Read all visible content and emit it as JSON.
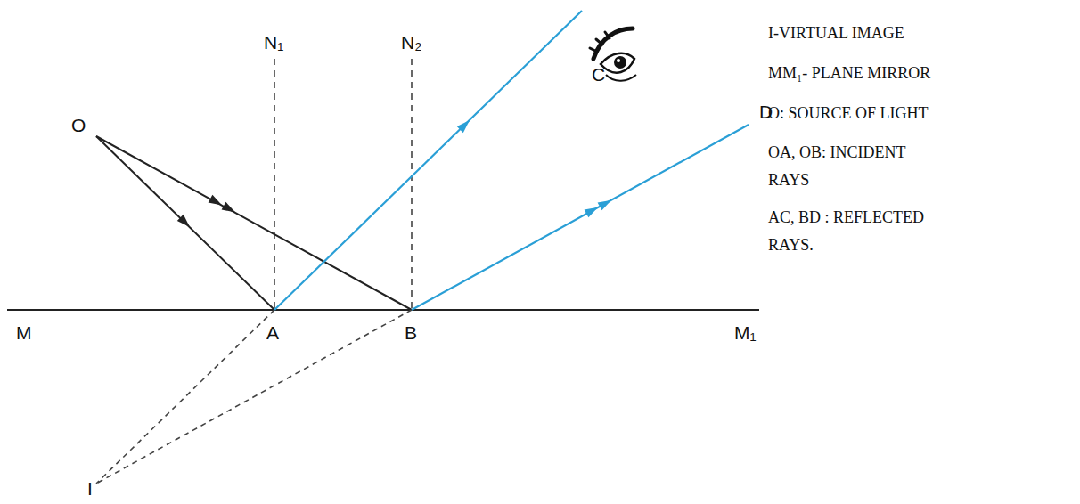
{
  "diagram": {
    "labels": [
      "O",
      "N₁",
      "N₂",
      "C",
      "D",
      "M",
      "A",
      "B",
      "M₁",
      "I",
      "I-VIRTUAL IMAGE",
      "MM₁- PLANE MIRROR",
      "O: SOURCE OF LIGHT",
      "OA, OB: INCIDENT RAYS",
      "AC, BD : REFLECTED RAYS."
    ]
  }
}
